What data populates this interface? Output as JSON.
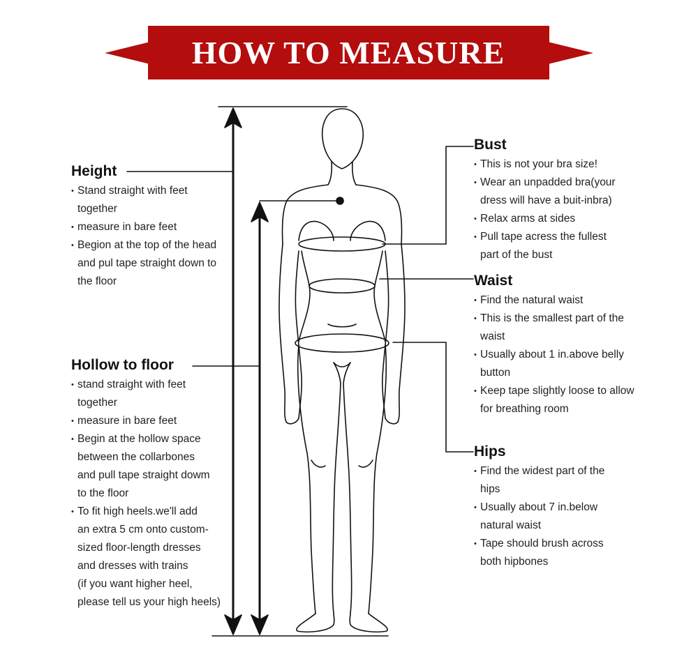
{
  "banner": {
    "title": "HOW TO MEASURE",
    "color": "#b30d0d"
  },
  "sections": {
    "height": {
      "heading": "Height",
      "lines": [
        "Stand straight with feet",
        "together",
        "measure in bare feet",
        "Begion at the top of the head",
        "and pul tape straight down to",
        "the floor"
      ]
    },
    "hollow": {
      "heading": "Hollow to floor",
      "lines": [
        "stand straight with feet",
        "together",
        "measure in bare feet",
        "Begin at the hollow space",
        "between the collarbones",
        "and pull tape straight dowm",
        "to the floor",
        "To fit high heels.we'll add",
        "an extra 5 cm onto custom-",
        "sized floor-length dresses",
        "and dresses with trains",
        "(if you want higher heel,",
        "please tell us your high heels)"
      ]
    },
    "bust": {
      "heading": "Bust",
      "lines": [
        "This is not your bra size!",
        "Wear an unpadded bra(your",
        "dress will have a buit-inbra)",
        "Relax arms at sides",
        "Pull tape acress the fullest",
        "part of the bust"
      ]
    },
    "waist": {
      "heading": "Waist",
      "lines": [
        "Find the natural waist",
        "This is the smallest part of the",
        "waist",
        "Usually about 1 in.above belly",
        "button",
        "Keep tape slightly loose to allow",
        "for breathing room"
      ]
    },
    "hips": {
      "heading": "Hips",
      "lines": [
        "Find the widest part of the",
        "hips",
        "Usually about 7 in.below",
        "natural waist",
        "Tape should brush across",
        "both hipbones"
      ]
    }
  }
}
